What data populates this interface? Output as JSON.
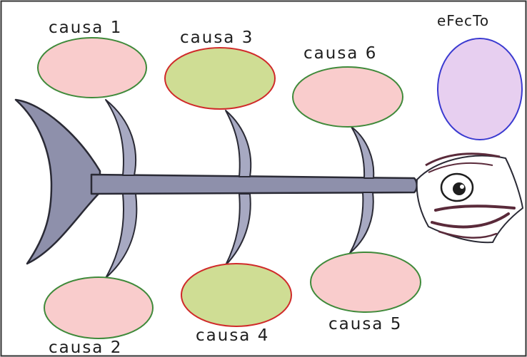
{
  "causes": [
    {
      "id": "causa-1",
      "label": "causa 1"
    },
    {
      "id": "causa-2",
      "label": "causa 2"
    },
    {
      "id": "causa-3",
      "label": "causa 3"
    },
    {
      "id": "causa-4",
      "label": "causa 4"
    },
    {
      "id": "causa-5",
      "label": "causa 5"
    },
    {
      "id": "causa-6",
      "label": "causa 6"
    }
  ],
  "effect": {
    "label": "eFecTo"
  },
  "colors": {
    "pink_fill": "#f9cccc",
    "green_fill": "#cfdd94",
    "green_stroke": "#3f8a3a",
    "red_stroke": "#d02a2a",
    "effect_fill": "#e7cff0",
    "effect_stroke": "#3a3ad0",
    "fish_body": "#8e90ab",
    "fish_outline": "#2a2a35",
    "bone_fill": "#a7a9c2"
  }
}
